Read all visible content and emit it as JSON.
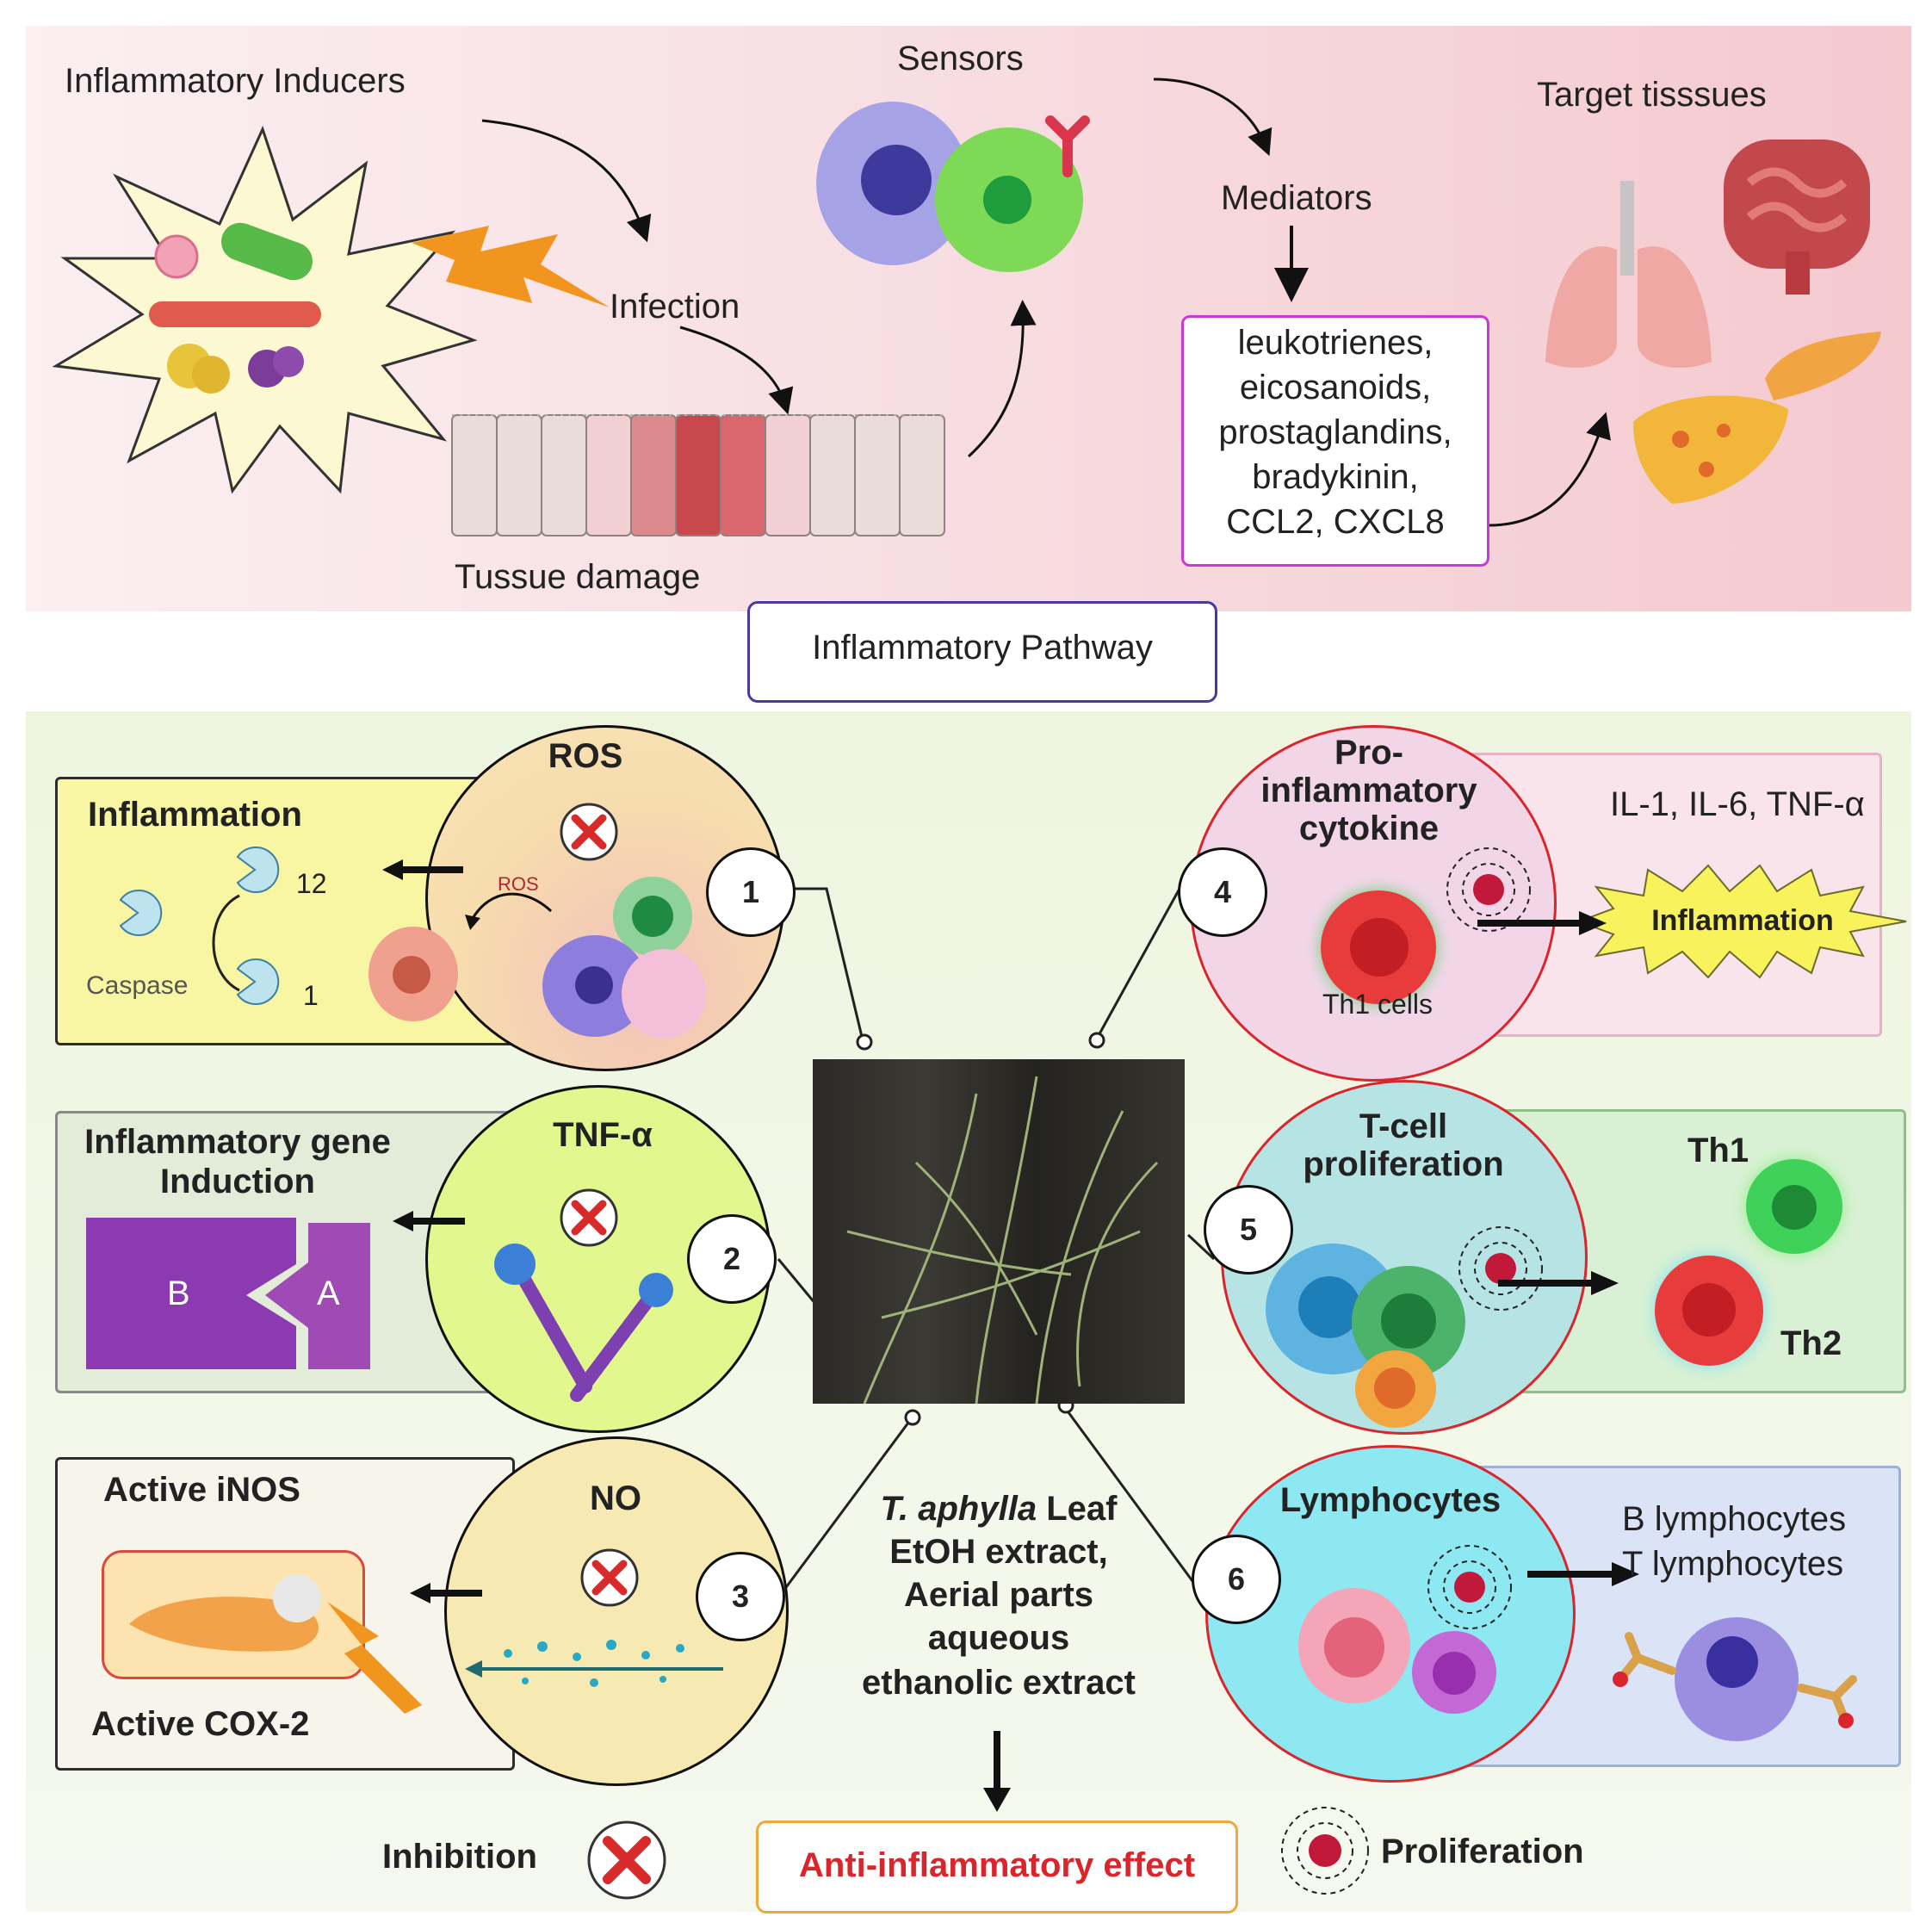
{
  "top": {
    "inducers_label": "Inflammatory Inducers",
    "sensors_label": "Sensors",
    "infection_label": "Infection",
    "tissue_damage_label": "Tussue damage",
    "mediators_label": "Mediators",
    "mediators_list": [
      "leukotrienes,",
      "eicosanoids,",
      "prostaglandins,",
      "bradykinin,",
      "CCL2, CXCL8"
    ],
    "target_label": "Target tisssues",
    "pathway_label": "Inflammatory Pathway"
  },
  "panels": {
    "p1": {
      "box_title": "Inflammation",
      "circle_title": "ROS",
      "small_ros": "ROS",
      "caspase": "Caspase",
      "c12": "12",
      "c1": "1",
      "num": "1"
    },
    "p2": {
      "box_title_line1": "Inflammatory gene",
      "box_title_line2": "Induction",
      "circle_title": "TNF-α",
      "block_b": "B",
      "block_a": "A",
      "num": "2"
    },
    "p3": {
      "box_title_top": "Active iNOS",
      "box_title_bottom": "Active COX-2",
      "circle_title": "NO",
      "num": "3"
    },
    "p4": {
      "circle_title_l1": "Pro-",
      "circle_title_l2": "inflammatory",
      "circle_title_l3": "cytokine",
      "cell_label": "Th1 cells",
      "cytokines": "IL-1, IL-6, TNF-α",
      "burst": "Inflammation",
      "num": "4"
    },
    "p5": {
      "circle_title_l1": "T-cell",
      "circle_title_l2": "proliferation",
      "th1": "Th1",
      "th2": "Th2",
      "num": "5"
    },
    "p6": {
      "circle_title": "Lymphocytes",
      "b_lymph": "B lymphocytes",
      "t_lymph": "T lymphocytes",
      "num": "6"
    }
  },
  "center": {
    "species": "T. aphylla",
    "line1_rest": " Leaf",
    "line2": "EtOH extract,",
    "line3": "Aerial parts",
    "line4": "aqueous",
    "line5": "ethanolic extract",
    "effect": "Anti-inflammatory effect"
  },
  "legend": {
    "inhibition": "Inhibition",
    "proliferation": "Proliferation"
  },
  "colors": {
    "effect_red": "#d9262c",
    "inhibit_red": "#d82a2a",
    "pathway_border": "#4b3a9c",
    "mediator_border": "#c83ad1"
  }
}
